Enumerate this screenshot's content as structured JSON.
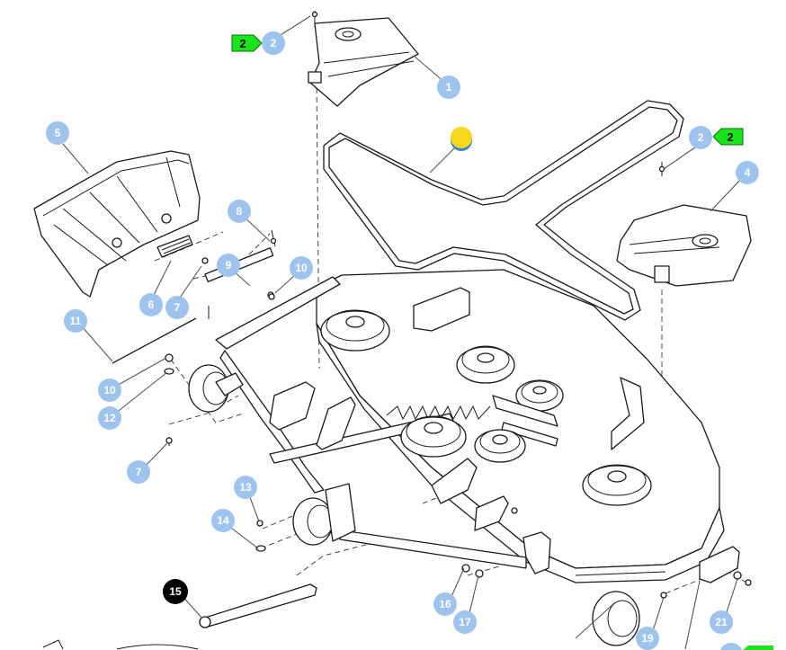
{
  "colors": {
    "callout_fill": "#9ec4ee",
    "callout_dark_fill": "#000000",
    "tag_fill": "#19e619",
    "marker_fill": "#f7d81c"
  },
  "callouts": [
    {
      "id": "c1",
      "label": "1"
    },
    {
      "id": "c2a",
      "label": "2"
    },
    {
      "id": "c2b",
      "label": "2"
    },
    {
      "id": "c4",
      "label": "4"
    },
    {
      "id": "c5",
      "label": "5"
    },
    {
      "id": "c6",
      "label": "6"
    },
    {
      "id": "c7a",
      "label": "7"
    },
    {
      "id": "c7b",
      "label": "7"
    },
    {
      "id": "c8",
      "label": "8"
    },
    {
      "id": "c9",
      "label": "9"
    },
    {
      "id": "c10a",
      "label": "10"
    },
    {
      "id": "c10b",
      "label": "10"
    },
    {
      "id": "c11",
      "label": "11"
    },
    {
      "id": "c12",
      "label": "12"
    },
    {
      "id": "c13",
      "label": "13"
    },
    {
      "id": "c14",
      "label": "14"
    },
    {
      "id": "c15",
      "label": "15"
    },
    {
      "id": "c16",
      "label": "16"
    },
    {
      "id": "c17",
      "label": "17"
    },
    {
      "id": "c19",
      "label": "19"
    },
    {
      "id": "c21",
      "label": "21"
    }
  ],
  "tags": [
    {
      "id": "t1",
      "label": "2"
    },
    {
      "id": "t2",
      "label": "2"
    }
  ]
}
